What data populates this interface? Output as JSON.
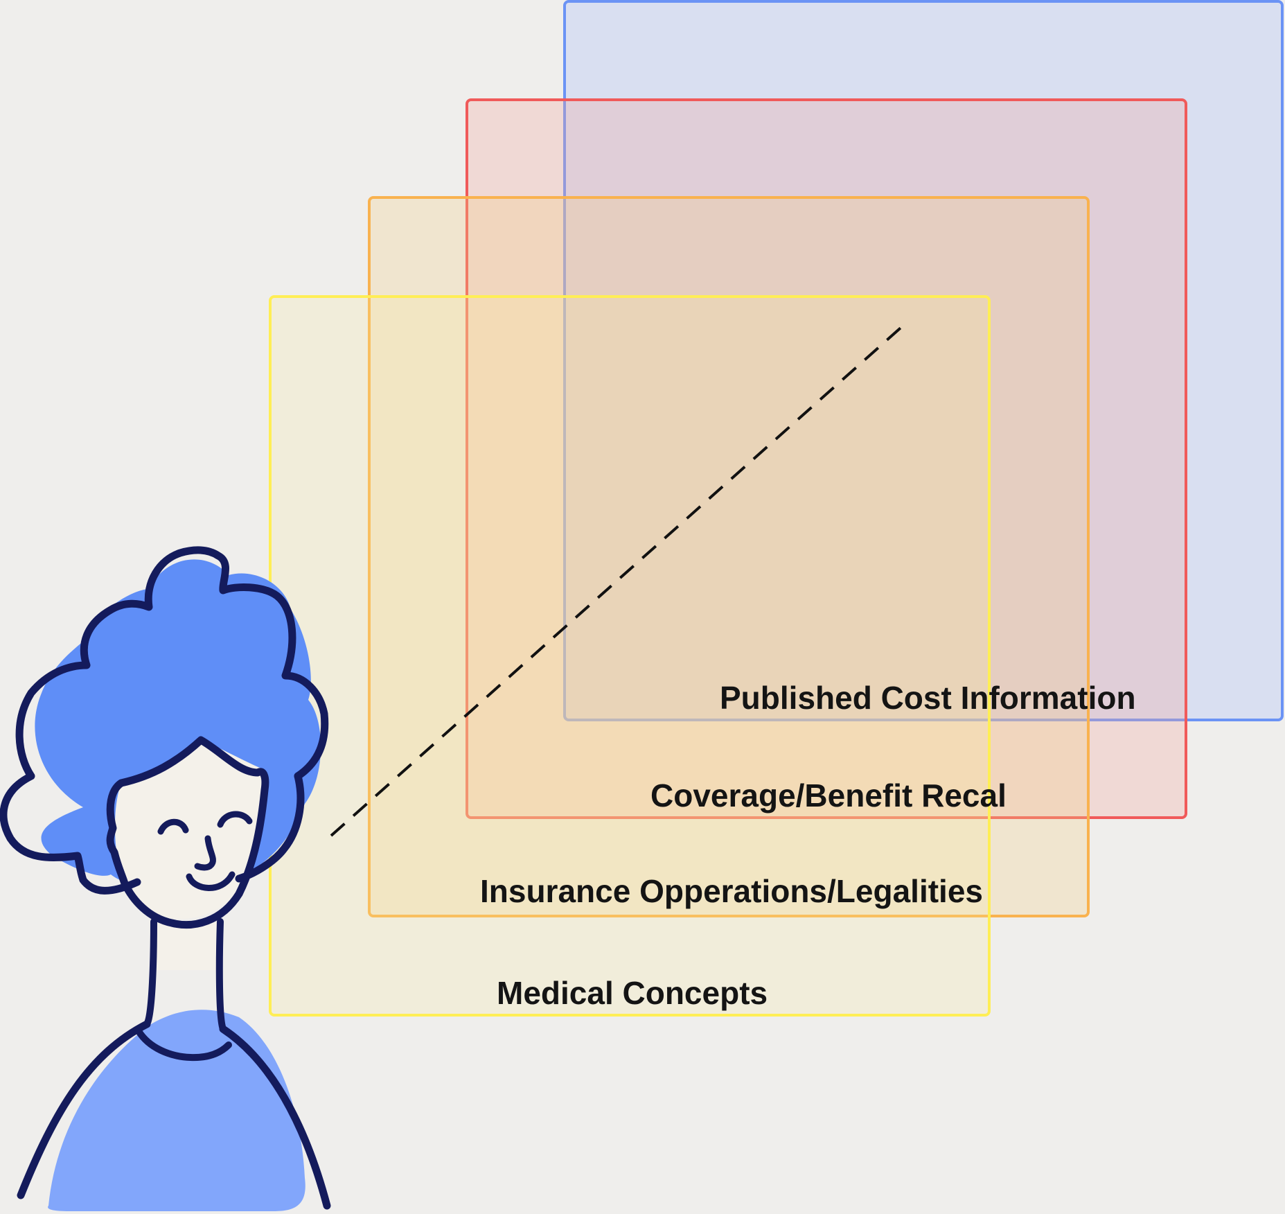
{
  "diagram": {
    "title": "",
    "layers": [
      {
        "id": "medical",
        "label": "Medical Concepts",
        "color": "#ffee55"
      },
      {
        "id": "insurance",
        "label": "Insurance Opperations/Legalities",
        "color": "#f9b24f"
      },
      {
        "id": "coverage",
        "label": "Coverage/Benefit Recal",
        "color": "#f05a5a"
      },
      {
        "id": "cost",
        "label": "Published Cost Information",
        "color": "#6b93f5"
      }
    ],
    "connector": {
      "style": "dashed",
      "color": "#111111"
    },
    "person": {
      "icon": "person-illustration-icon",
      "hair_color": "#5f8ef7",
      "shirt_color": "#82a6fb",
      "outline_color": "#141b5c",
      "skin_color": "#f4f1ea"
    }
  }
}
